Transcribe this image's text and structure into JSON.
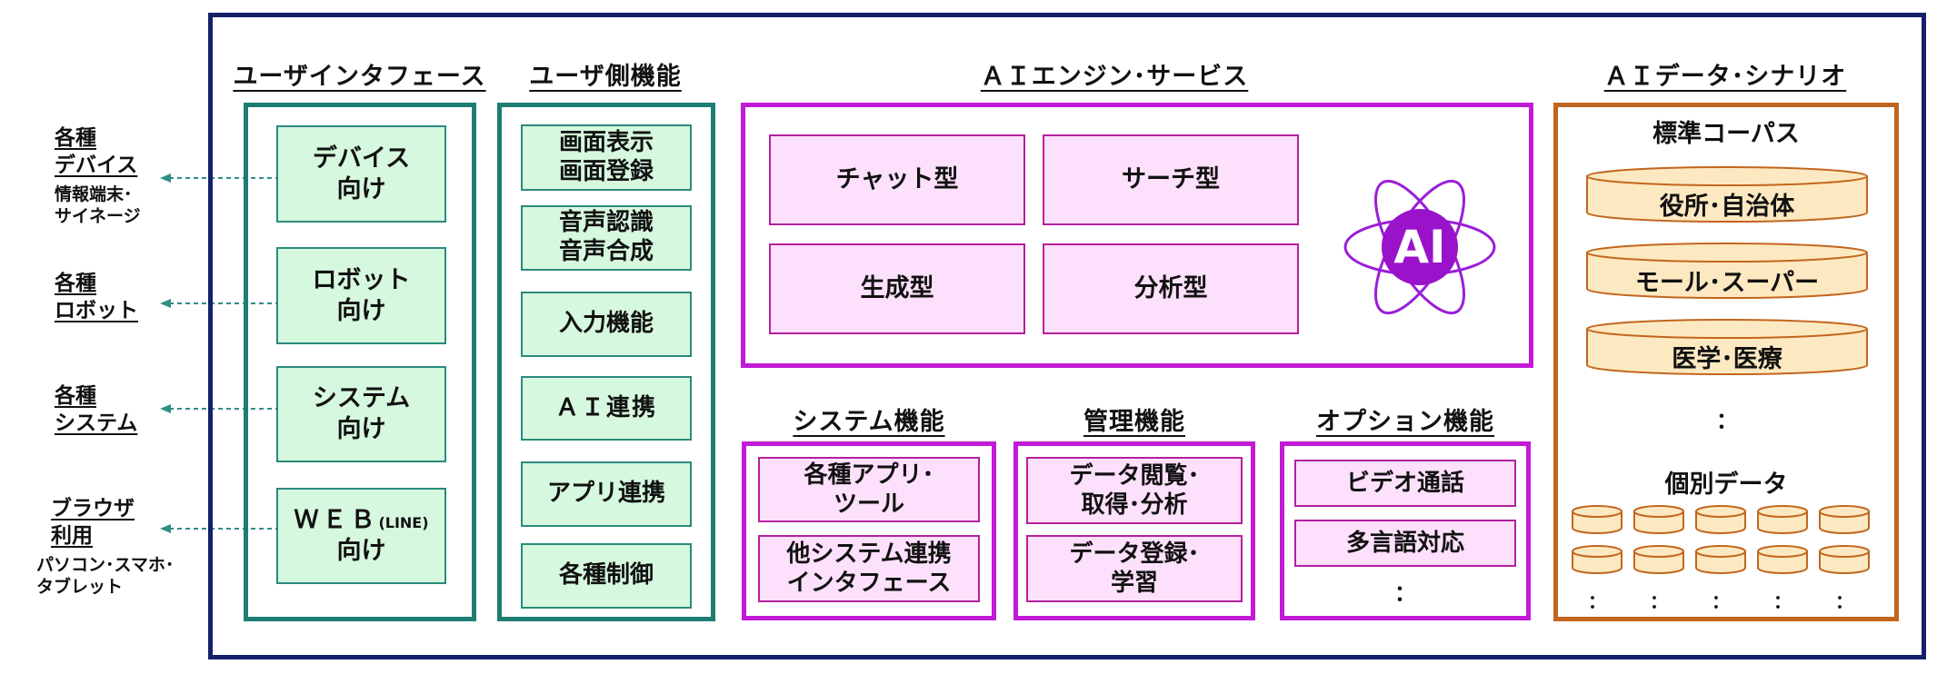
{
  "sections": {
    "ui": "ユーザインタフェース",
    "user": "ユーザ側機能",
    "ai": "ＡＩエンジン･サービス",
    "data": "ＡＩデータ･シナリオ"
  },
  "left": [
    {
      "title": "各種\nデバイス",
      "sub": "情報端末･\nサイネージ"
    },
    {
      "title": "各種\nロボット",
      "sub": ""
    },
    {
      "title": "各種\nシステム",
      "sub": ""
    },
    {
      "title": "ブラウザ\n利用",
      "sub": "パソコン･スマホ･\nタブレット"
    }
  ],
  "ui_items": [
    {
      "main": "デバイス",
      "line2": "向け",
      "suffix": ""
    },
    {
      "main": "ロボット",
      "line2": "向け",
      "suffix": ""
    },
    {
      "main": "システム",
      "line2": "向け",
      "suffix": ""
    },
    {
      "main": "ＷＥＢ",
      "line2": "向け",
      "suffix": "(LINE)"
    }
  ],
  "user_items": [
    "画面表示\n画面登録",
    "音声認識\n音声合成",
    "入力機能",
    "ＡＩ連携",
    "アプリ連携",
    "各種制御"
  ],
  "ai_engine": {
    "items": [
      "チャット型",
      "サーチ型",
      "生成型",
      "分析型"
    ],
    "logo": "AI"
  },
  "subsections": {
    "system": {
      "title": "システム機能",
      "items": [
        "各種アプリ･\nツール",
        "他システム連携\nインタフェース"
      ]
    },
    "manage": {
      "title": "管理機能",
      "items": [
        "データ閲覧･\n取得･分析",
        "データ登録･\n学習"
      ]
    },
    "option": {
      "title": "オプション機能",
      "items": [
        "ビデオ通話",
        "多言語対応"
      ],
      "ellipsis": "："
    }
  },
  "data_panel": {
    "corpus_title": "標準コーパス",
    "corpus": [
      "役所･自治体",
      "モール･スーパー",
      "医学･医療"
    ],
    "ellipsis": "：",
    "individual_title": "個別データ",
    "small_ellipsis": "："
  },
  "colors": {
    "frame": "#14206a",
    "teal": "#1e7d73",
    "green_fill": "#d6f8de",
    "purple": "#c21ad6",
    "pink_fill": "#fde0fb",
    "brown": "#c2661e",
    "cyl_fill": "#fde9c1",
    "arrow": "#2f8f86"
  }
}
